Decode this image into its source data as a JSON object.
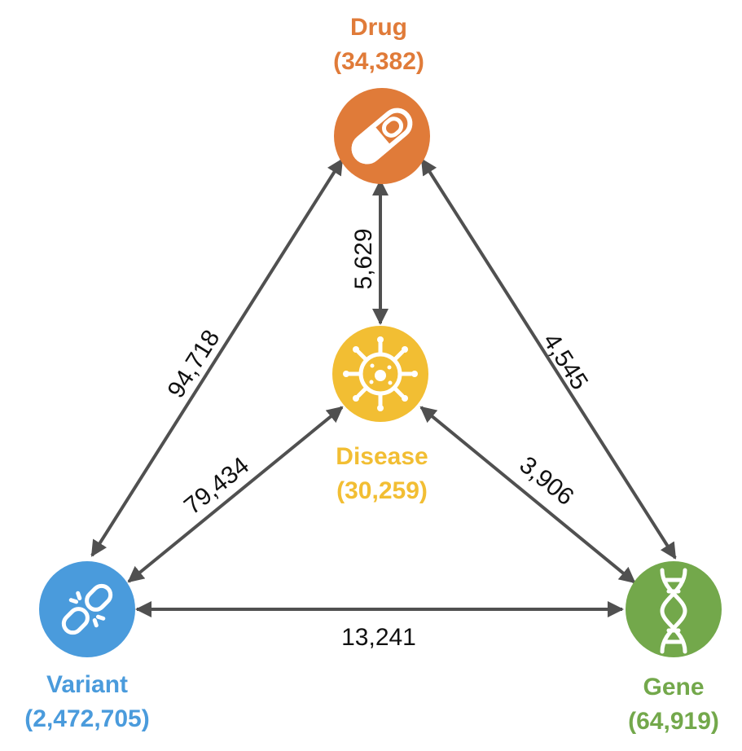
{
  "nodes": {
    "drug": {
      "name": "Drug",
      "count": "(34,382)",
      "color": "#E07B39",
      "icon": "pill-icon"
    },
    "disease": {
      "name": "Disease",
      "count": "(30,259)",
      "color": "#F2BE33",
      "icon": "virus-icon"
    },
    "variant": {
      "name": "Variant",
      "count": "(2,472,705)",
      "color": "#4A9BDC",
      "icon": "broken-link-icon"
    },
    "gene": {
      "name": "Gene",
      "count": "(64,919)",
      "color": "#73A84B",
      "icon": "dna-icon"
    }
  },
  "edges": {
    "drug_variant": {
      "label": "94,718"
    },
    "drug_disease": {
      "label": "5,629"
    },
    "drug_gene": {
      "label": "4,545"
    },
    "disease_variant": {
      "label": "79,434"
    },
    "disease_gene": {
      "label": "3,906"
    },
    "variant_gene": {
      "label": "13,241"
    }
  },
  "arrow_color": "#505050"
}
